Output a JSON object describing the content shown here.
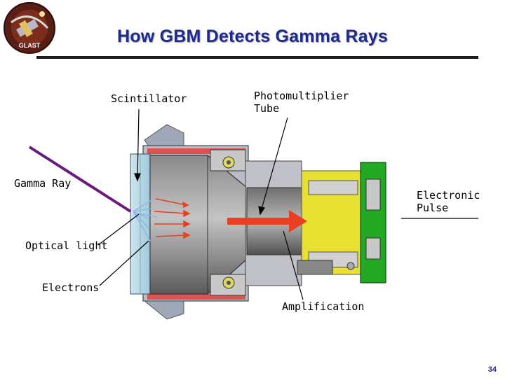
{
  "slide": {
    "title": "How GBM Detects Gamma Rays",
    "page_number": "34",
    "logo_text": "GLAST"
  },
  "labels": {
    "scintillator": "Scintillator",
    "pmt": "Photomultiplier\nTube",
    "gamma_ray": "Gamma Ray",
    "optical_light": "Optical light",
    "electrons": "Electrons",
    "amplification": "Amplification",
    "electronic_pulse": "Electronic\nPulse"
  },
  "colors": {
    "title": "#1f2a8a",
    "gamma_ray_arrow": "#6a1a7a",
    "optical_arrows": "#e84020",
    "light_rays": "#8fb8e8",
    "electronics_green": "#22a822",
    "electronics_yellow": "#e8e030"
  }
}
